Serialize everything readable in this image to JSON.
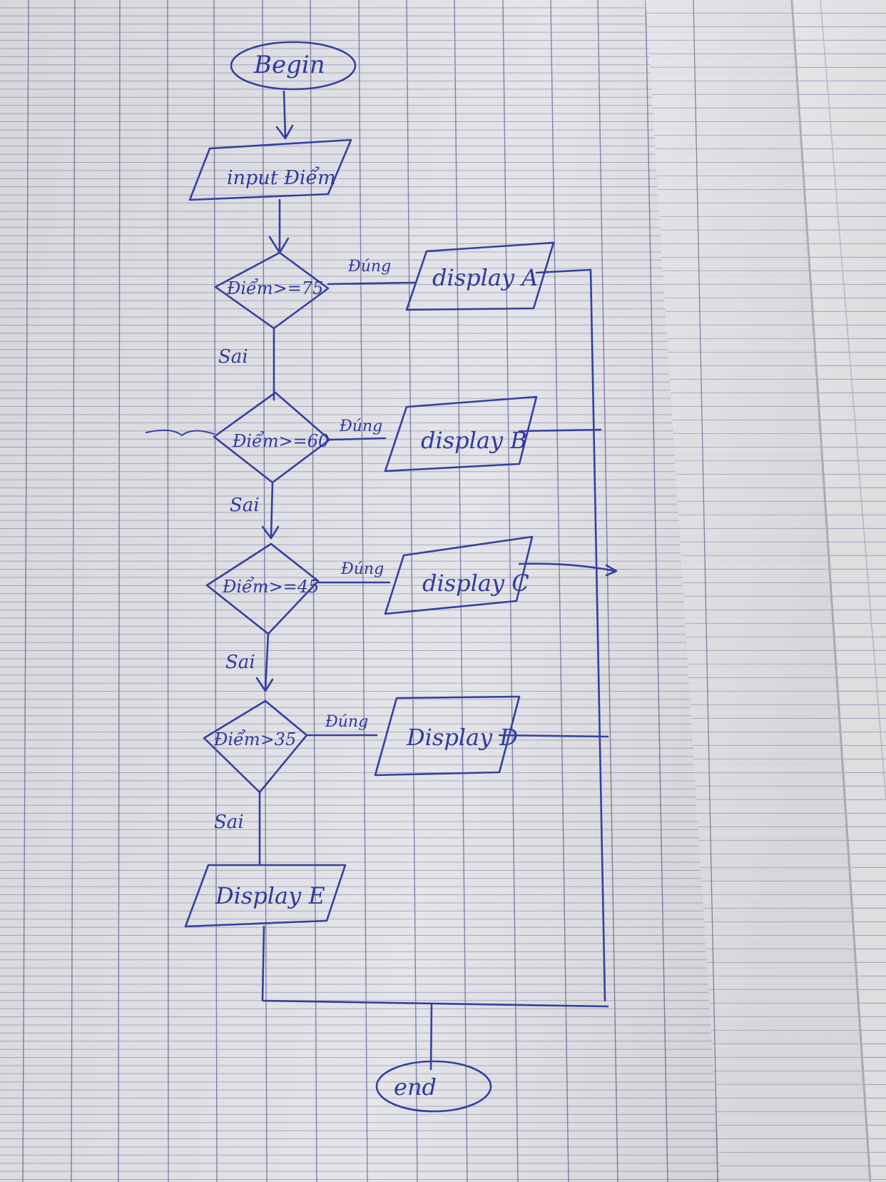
{
  "flowchart": {
    "begin": "Begin",
    "input": "input Điểm",
    "end": "end",
    "decisions": [
      {
        "condition": "Điểm>=75",
        "yes": "Đúng",
        "no": "Sai",
        "action": "display A"
      },
      {
        "condition": "Điểm>=60",
        "yes": "Đúng",
        "no": "Sai",
        "action": "display B"
      },
      {
        "condition": "Điểm>=45",
        "yes": "Đúng",
        "no": "Sai",
        "action": "display C"
      },
      {
        "condition": "Điểm>35",
        "yes": "Đúng",
        "no": "Sai",
        "action": "Display D"
      }
    ],
    "else_action": "Display E"
  },
  "colors": {
    "paper": "#e6e6ea",
    "paper_right": "#efeff2",
    "rule_lines": "#8f93b0",
    "ink": "#35409f"
  }
}
